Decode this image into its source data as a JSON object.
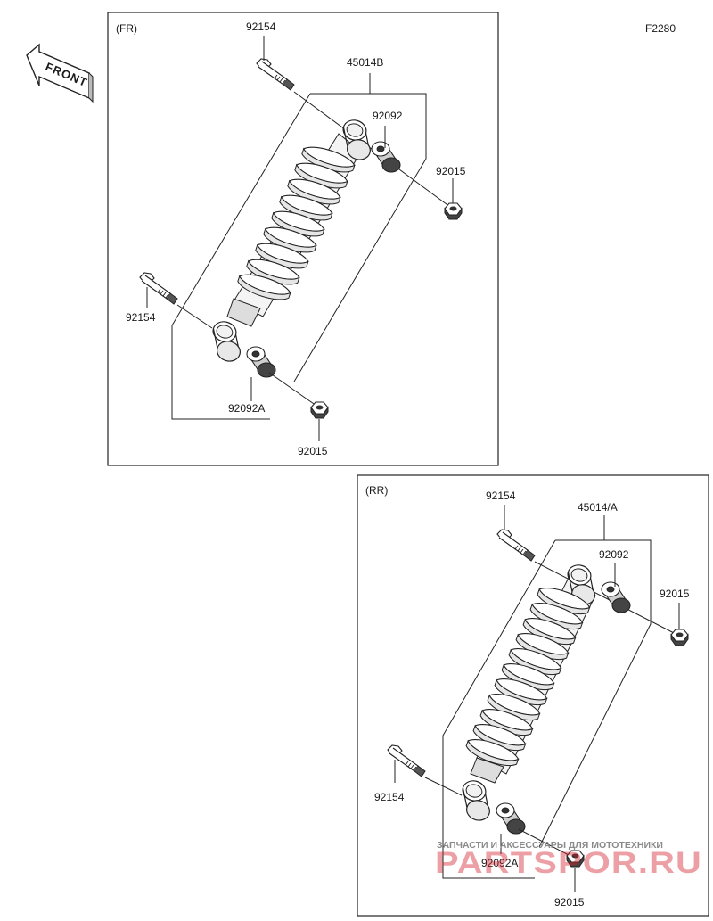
{
  "page_code": "F2280",
  "front_label": "FRONT",
  "front_section": {
    "title": "(FR)",
    "labels": {
      "bolt_top": "92154",
      "shock_assembly": "45014B",
      "collar_top": "92092",
      "nut_top": "92015",
      "bolt_bottom": "92154",
      "collar_bottom": "92092A",
      "nut_bottom": "92015"
    }
  },
  "rear_section": {
    "title": "(RR)",
    "labels": {
      "bolt_top": "92154",
      "shock_assembly": "45014/A",
      "collar_top": "92092",
      "nut_top": "92015",
      "bolt_bottom": "92154",
      "collar_bottom": "92092A",
      "nut_bottom": "92015"
    }
  },
  "watermark": {
    "tagline": "ЗАПЧАСТИ И АКСЕССУАРЫ ДЛЯ МОТОТЕХНИКИ",
    "brand": "PARTSPOR.RU"
  }
}
